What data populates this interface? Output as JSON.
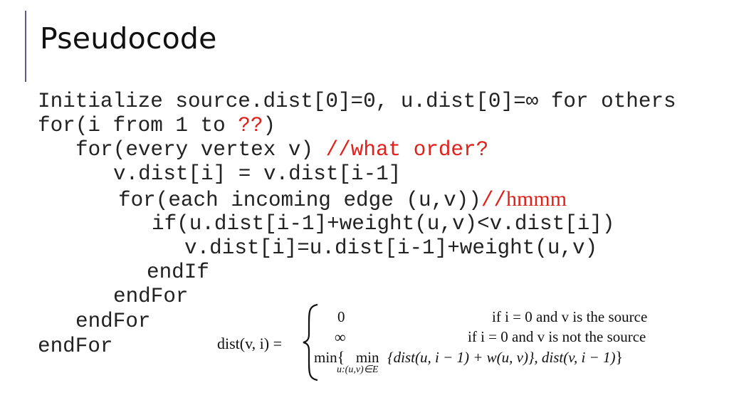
{
  "slide": {
    "title": "Pseudocode",
    "accent_color": "#5d5a86",
    "comment_color": "#e0201b"
  },
  "code": {
    "line1": "Initialize source.dist[0]=0, u.dist[0]=∞ for others",
    "line2_a": "for(i from 1 to ",
    "line2_red": "??",
    "line2_b": ")",
    "line3_a": "for(every vertex v) ",
    "line3_red": "//what order?",
    "line4": "v.dist[i] = v.dist[i-1]",
    "line5_a": "for(each incoming edge (u,v))",
    "line5_red_slashes": "//",
    "line5_red_word": "hmmm",
    "line6": "if(u.dist[i-1]+weight(u,v)<v.dist[i])",
    "line7": "v.dist[i]=u.dist[i-1]+weight(u,v)",
    "line8": "endIf",
    "line9": "endFor",
    "line10": "endFor",
    "line11": "endFor"
  },
  "formula": {
    "lhs": "dist(v, i) =",
    "case0_value": "0",
    "case0_condition": "if i = 0 and v is the source",
    "case1_value": "∞",
    "case1_condition": "if i = 0 and v is not the source",
    "case2_prefix": "min",
    "case2_inner_min": "min",
    "case2_subscript": "u:(u,v)∈E",
    "case2_term1": "{dist(u, i − 1) + w(u, v)}",
    "case2_term2": ", dist(v, i − 1)"
  }
}
